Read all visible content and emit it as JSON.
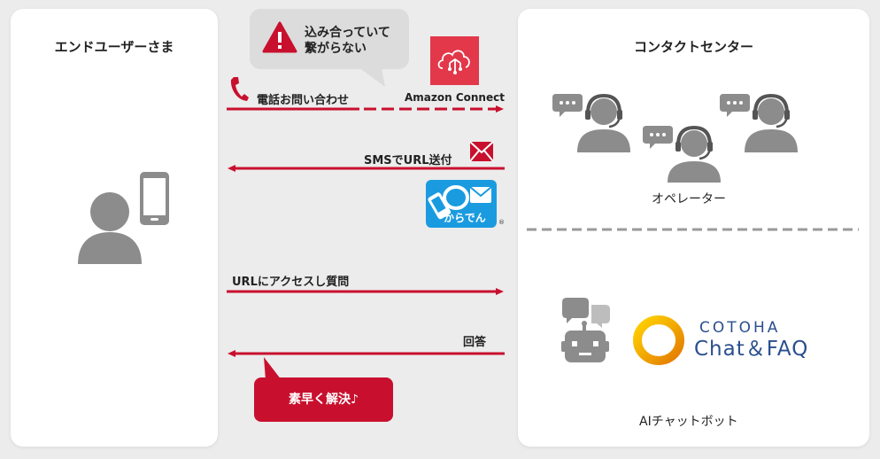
{
  "left_panel": {
    "title": "エンドユーザーさま"
  },
  "right_panel": {
    "title": "コンタクトセンター",
    "operator_label": "オペレーター",
    "bot_label": "AIチャットボット"
  },
  "callout_busy": {
    "line1": "込み合っていて",
    "line2": "繋がらない"
  },
  "amazon_connect_label": "Amazon Connect",
  "flows": {
    "call": "電話お問い合わせ",
    "sms": "SMSでURL送付",
    "access": "URLにアクセスし質問",
    "answer": "回答"
  },
  "karaden_label": "からでん",
  "registered_mark": "®",
  "callout_resolved": "素早く解決♪",
  "cotoha_logo": {
    "top": "COTOHA",
    "bottom": "Chat＆FAQ"
  },
  "colors": {
    "accent_red": "#c8102e",
    "icon_gray": "#8c8c8c",
    "karaden_blue": "#1a9be0",
    "cotoha_navy": "#2a4f8d",
    "cotoha_gold": "#f2a900"
  }
}
